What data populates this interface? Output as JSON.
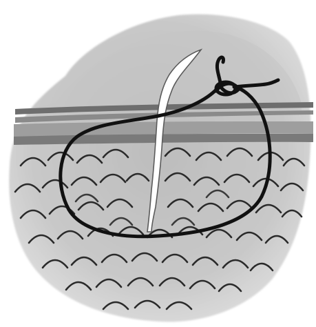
{
  "figure": {
    "text": [],
    "elements": [
      "tissue-background",
      "skin-surface-layer",
      "skin-dermis-band",
      "subcutaneous-fat-lobules",
      "incision-wound",
      "purse-string-suture-loop",
      "surgical-knot",
      "suture-end-left",
      "suture-end-right"
    ]
  }
}
